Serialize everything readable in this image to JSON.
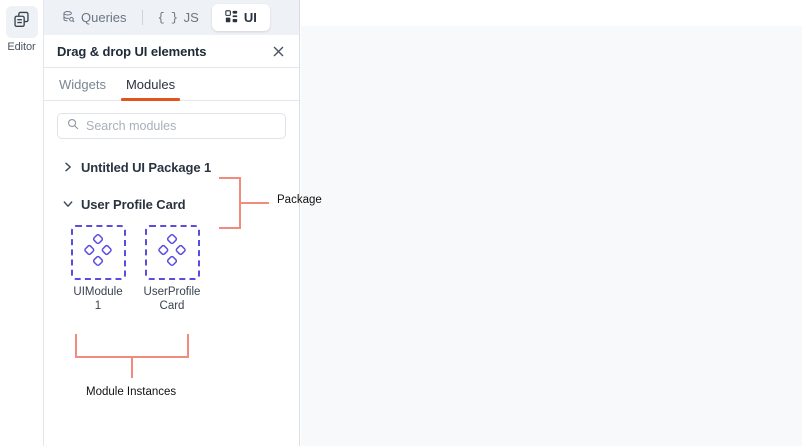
{
  "rail": {
    "editor": {
      "label": "Editor",
      "icon": "stacked-pages-icon"
    }
  },
  "top_tabs": [
    {
      "id": "queries",
      "label": "Queries",
      "icon": "database-query-icon",
      "active": false
    },
    {
      "id": "js",
      "label": "JS",
      "icon": "curly-braces-icon",
      "active": false
    },
    {
      "id": "ui",
      "label": "UI",
      "icon": "grid-squares-icon",
      "active": true
    }
  ],
  "panel": {
    "title": "Drag & drop UI elements",
    "close_icon": "close-icon",
    "sub_tabs": [
      {
        "id": "widgets",
        "label": "Widgets",
        "active": false
      },
      {
        "id": "modules",
        "label": "Modules",
        "active": true
      }
    ],
    "search": {
      "placeholder": "Search modules",
      "value": "",
      "icon": "search-icon"
    },
    "tree": [
      {
        "id": "untitled-ui-package-1",
        "label": "Untitled UI Package 1",
        "expanded": false,
        "chevron": "chevron-right-icon"
      },
      {
        "id": "user-profile-card",
        "label": "User Profile Card",
        "expanded": true,
        "chevron": "chevron-down-icon"
      }
    ],
    "modules": [
      {
        "id": "uimodule1",
        "label": "UIModule 1",
        "icon": "four-diamonds-icon"
      },
      {
        "id": "userprofilecard",
        "label": "UserProfileCard",
        "icon": "four-diamonds-icon"
      }
    ]
  },
  "annotations": [
    {
      "id": "package",
      "label": "Package"
    },
    {
      "id": "module-instances",
      "label": "Module Instances"
    }
  ],
  "colors": {
    "accent_orange": "#e15420",
    "module_purple": "#5b4ce0",
    "annotation_salmon": "#f08b7e",
    "panel_bg": "#ffffff",
    "canvas_bg": "#f7f9fb",
    "tabstrip_bg": "#eef1f5"
  }
}
